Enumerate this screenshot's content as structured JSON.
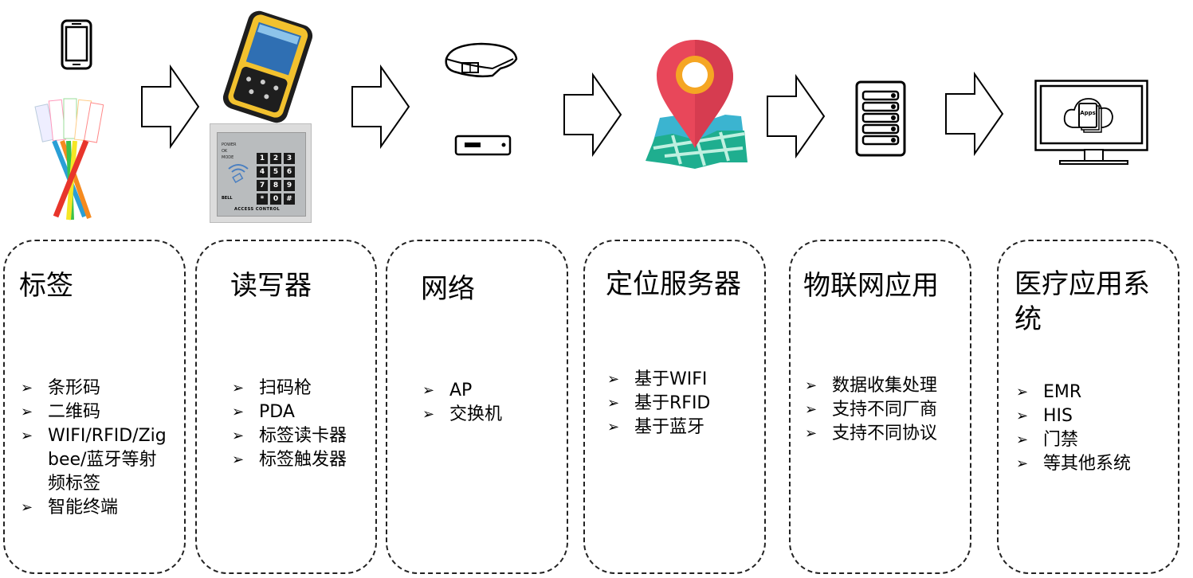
{
  "diagram": {
    "stages": [
      {
        "id": "tags",
        "title": "标签",
        "icons": [
          "smartphone-icon",
          "wristband-tags-icon"
        ],
        "items": [
          "条形码",
          "二维码",
          "WIFI/RFID/Zigbee/蓝牙等射频标签",
          "智能终端"
        ]
      },
      {
        "id": "reader",
        "title": "读写器",
        "icons": [
          "pda-device-icon",
          "access-control-keypad-icon"
        ],
        "keypad_keys": [
          "1",
          "2",
          "3",
          "4",
          "5",
          "6",
          "7",
          "8",
          "9",
          "*",
          "0",
          "#"
        ],
        "keypad_label": "ACCESS CONTROL",
        "keypad_leds": [
          "POWER",
          "OK",
          "MODE"
        ],
        "keypad_bell": "BELL",
        "items": [
          "扫码枪",
          "PDA",
          "标签读卡器",
          "标签触发器"
        ]
      },
      {
        "id": "network",
        "title": "网络",
        "icons": [
          "access-point-icon",
          "network-switch-icon"
        ],
        "items": [
          "AP",
          "交换机"
        ]
      },
      {
        "id": "positioning",
        "title": "定位服务器",
        "icons": [
          "map-pin-icon"
        ],
        "items": [
          "基于WIFI",
          "基于RFID",
          "基于蓝牙"
        ]
      },
      {
        "id": "iot",
        "title": "物联网应用",
        "icons": [
          "server-rack-icon"
        ],
        "items": [
          "数据收集处理",
          "支持不同厂商",
          "支持不同协议"
        ]
      },
      {
        "id": "medical",
        "title": "医疗应用系统",
        "icons": [
          "monitor-cloud-apps-icon"
        ],
        "monitor_label": "Apps",
        "items": [
          "EMR",
          "HIS",
          "门禁",
          "等其他系统"
        ]
      }
    ],
    "bullet_glyph": "➢",
    "colors": {
      "stroke": "#000000",
      "pin_red": "#E8475A",
      "pin_ring": "#F5A623",
      "map_teal": "#1FAE8F",
      "map_blue": "#3BB4D0",
      "pda_yellow": "#F2C12E"
    }
  }
}
